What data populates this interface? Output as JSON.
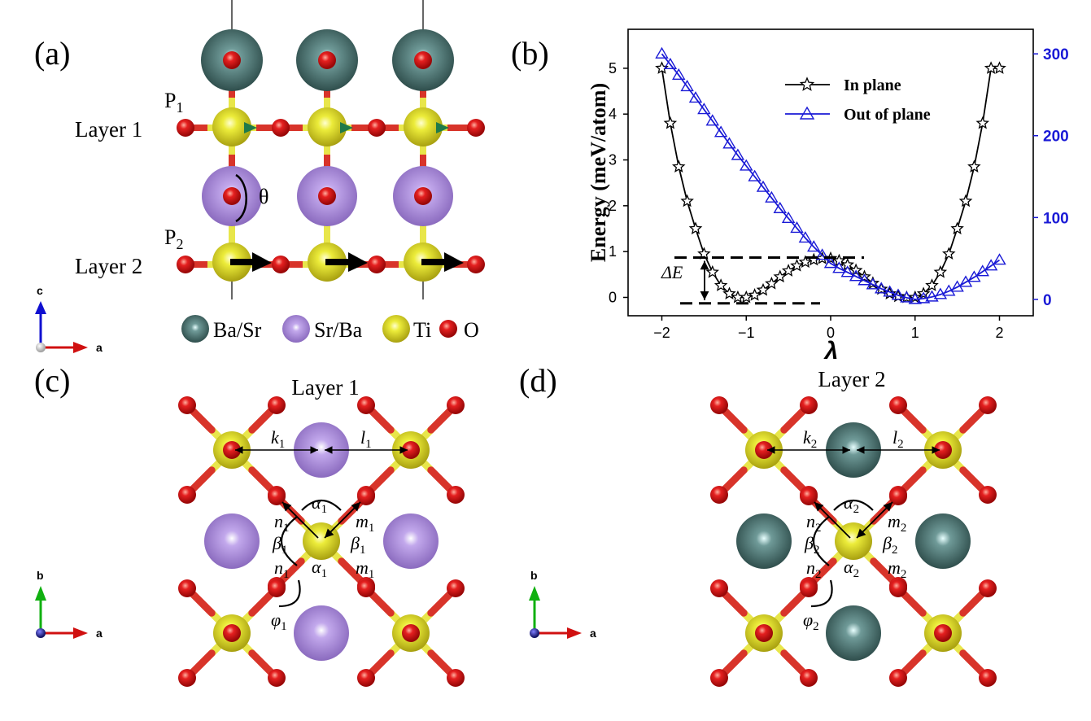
{
  "panels": {
    "a": {
      "label": "(a)",
      "p1": "P",
      "p1_sub": "1",
      "p2": "P",
      "p2_sub": "2",
      "layer1": "Layer 1",
      "layer2": "Layer 2",
      "theta": "θ",
      "legend": [
        "Ba/Sr",
        "Sr/Ba",
        "Ti",
        "O"
      ],
      "axes": {
        "up": "c",
        "right": "a"
      }
    },
    "b": {
      "label": "(b)"
    },
    "c": {
      "label": "(c)",
      "title": "Layer 1",
      "k": "k",
      "l": "l",
      "n": "n",
      "m": "m",
      "sub": "1",
      "alpha": "α",
      "beta": "β",
      "phi": "φ",
      "axes": {
        "up": "b",
        "right": "a"
      }
    },
    "d": {
      "label": "(d)",
      "title": "Layer 2",
      "k": "k",
      "l": "l",
      "n": "n",
      "m": "m",
      "sub": "2",
      "alpha": "α",
      "beta": "β",
      "phi": "φ",
      "axes": {
        "up": "b",
        "right": "a"
      }
    }
  },
  "colors": {
    "ba_sr": "#3f6260",
    "sr_ba": "#a98ad6",
    "ti": "#e6e630",
    "o": "#e01818",
    "bond_o": "#e03a2a",
    "bond_ti": "#e8e64a",
    "in_plane": "#000000",
    "out_of_plane": "#1a1ad6",
    "arrow_green": "#1f7a4a"
  },
  "chart_data": {
    "type": "line",
    "xlabel": "λ",
    "ylabel": "Energy (meV/atom)",
    "xlim": [
      -2.4,
      2.4
    ],
    "ylim": [
      -0.4,
      5.85
    ],
    "y2lim": [
      -20,
      330
    ],
    "xticks": [
      -2,
      -1,
      0,
      1,
      2
    ],
    "yticks": [
      0,
      1,
      2,
      3,
      4,
      5
    ],
    "y2ticks": [
      0,
      100,
      200,
      300
    ],
    "legend_position": "top-center",
    "annotation": "ΔE",
    "delta_e_levels": [
      0.87,
      -0.13
    ],
    "series": [
      {
        "name": "In plane",
        "axis": "left",
        "marker": "star",
        "x": [
          -2.0,
          -1.9,
          -1.8,
          -1.7,
          -1.6,
          -1.5,
          -1.4,
          -1.3,
          -1.2,
          -1.1,
          -1.0,
          -0.9,
          -0.8,
          -0.7,
          -0.6,
          -0.5,
          -0.4,
          -0.3,
          -0.2,
          -0.1,
          0.0,
          0.1,
          0.2,
          0.3,
          0.4,
          0.5,
          0.6,
          0.7,
          0.8,
          0.9,
          1.0,
          1.1,
          1.2,
          1.3,
          1.4,
          1.5,
          1.6,
          1.7,
          1.8,
          1.9,
          2.0
        ],
        "y": [
          5.0,
          3.8,
          2.85,
          2.1,
          1.5,
          0.95,
          0.55,
          0.26,
          0.08,
          0.0,
          0.0,
          0.05,
          0.16,
          0.3,
          0.45,
          0.58,
          0.69,
          0.77,
          0.82,
          0.85,
          0.85,
          0.8,
          0.71,
          0.59,
          0.45,
          0.31,
          0.18,
          0.08,
          0.02,
          0.0,
          0.0,
          0.08,
          0.26,
          0.55,
          0.95,
          1.5,
          2.1,
          2.85,
          3.8,
          5.0,
          5.0
        ]
      },
      {
        "name": "Out of plane",
        "axis": "right",
        "marker": "triangle",
        "x": [
          -2.0,
          -1.9,
          -1.8,
          -1.7,
          -1.6,
          -1.5,
          -1.4,
          -1.3,
          -1.2,
          -1.1,
          -1.0,
          -0.9,
          -0.8,
          -0.7,
          -0.6,
          -0.5,
          -0.4,
          -0.3,
          -0.2,
          -0.1,
          0.0,
          0.1,
          0.2,
          0.3,
          0.4,
          0.5,
          0.6,
          0.7,
          0.8,
          0.9,
          1.0,
          1.1,
          1.2,
          1.3,
          1.4,
          1.5,
          1.6,
          1.7,
          1.8,
          1.9,
          2.0
        ],
        "y": [
          300,
          287,
          274,
          260,
          246,
          232,
          218,
          204,
          190,
          176,
          163,
          150,
          137,
          124,
          111,
          99,
          87,
          75,
          64,
          54,
          44,
          38,
          33,
          28,
          23,
          18,
          13,
          9,
          5,
          2,
          0,
          1,
          3,
          6,
          10,
          15,
          21,
          27,
          34,
          41,
          48
        ]
      }
    ]
  }
}
